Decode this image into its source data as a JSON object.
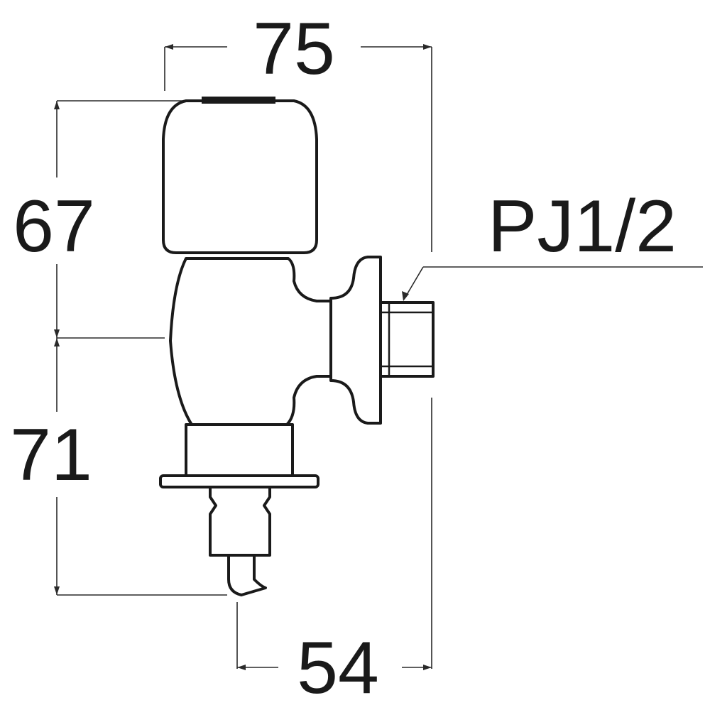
{
  "diagram": {
    "labels": {
      "width_top": "75",
      "height_upper": "67",
      "height_lower": "71",
      "width_bottom": "54",
      "thread": "PJ1/2"
    },
    "colors": {
      "line": "#1a1a1a",
      "background": "#ffffff"
    }
  }
}
